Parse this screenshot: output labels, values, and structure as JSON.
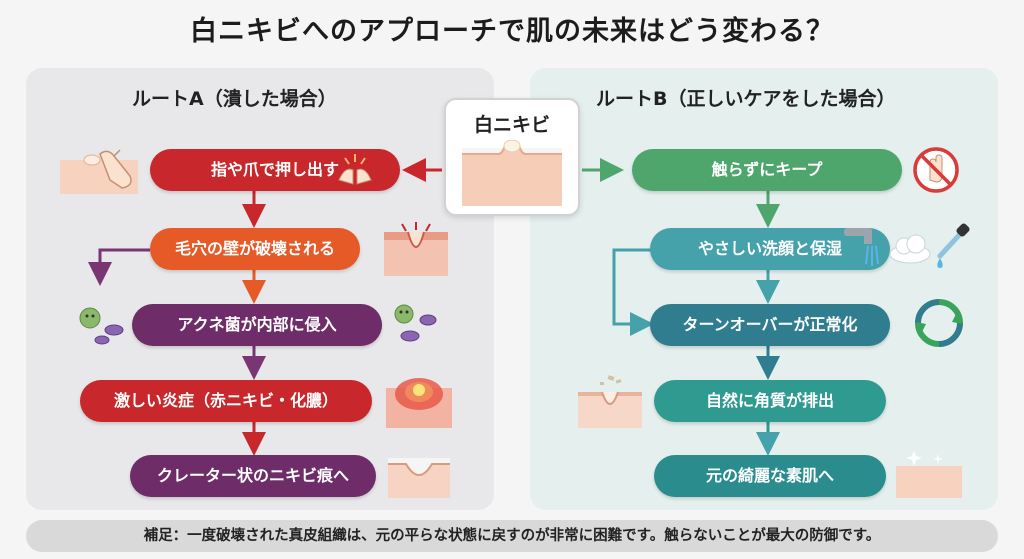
{
  "title": "白ニキビへのアプローチで肌の未来はどう変わる？",
  "center": {
    "label": "白ニキビ"
  },
  "route_a": {
    "title": "ルートA（潰した場合）",
    "steps": [
      "指や爪で押し出す",
      "毛穴の壁が破壊される",
      "アクネ菌が内部に侵入",
      "激しい炎症（赤ニキビ・化膿）",
      "クレーター状のニキビ痕へ"
    ],
    "colors": [
      "#c8282b",
      "#e65a28",
      "#6e2d68",
      "#c8282b",
      "#6e2d68"
    ]
  },
  "route_b": {
    "title": "ルートB（正しいケアをした場合）",
    "steps": [
      "触らずにキープ",
      "やさしい洗顔と保湿",
      "ターンオーバーが正常化",
      "自然に角質が排出",
      "元の綺麗な素肌へ"
    ],
    "colors": [
      "#4fa66c",
      "#45a2ab",
      "#2f7d8f",
      "#2f9a90",
      "#2a8c8d"
    ]
  },
  "footer": "補足：一度破壊された真皮組織は、元の平らな状態に戻すのが非常に困難です。触らないことが最大の防御です。",
  "icons": {
    "route_a": [
      "finger-press-icon",
      "pinching-hands-icon",
      "damaged-pore-icon",
      "bacteria-icon",
      "bacteria-icon",
      "inflamed-pimple-icon",
      "crater-scar-icon"
    ],
    "route_b": [
      "no-touch-icon",
      "water-faucet-icon",
      "foam-icon",
      "dropper-icon",
      "cycle-icon",
      "exfoliation-icon",
      "smooth-skin-icon"
    ]
  }
}
